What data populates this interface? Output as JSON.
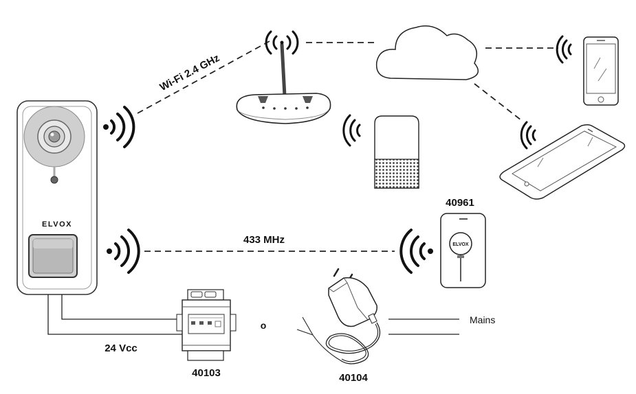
{
  "labels": {
    "wifi": "Wi-Fi 2.4 GHz",
    "radio": "433 MHz",
    "chime_code": "40961",
    "power_supply_din_code": "40103",
    "power_adapter_code": "40104",
    "voltage": "24 Vcc",
    "or": "o",
    "mains": "Mains"
  },
  "branding": {
    "doorbell_logo": "ELVOX",
    "chime_logo": "ELVOX"
  }
}
